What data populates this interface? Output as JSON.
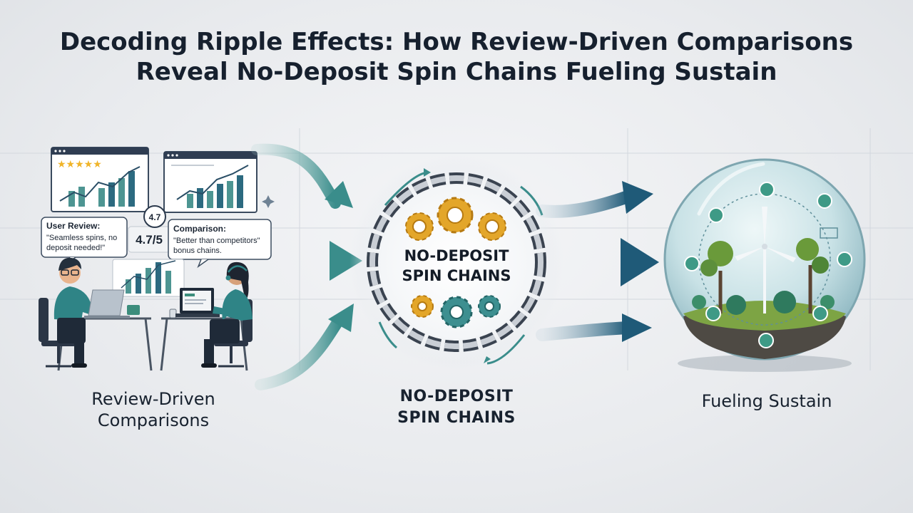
{
  "title": {
    "line1": "Decoding Ripple Effects: How Review-Driven Comparisons",
    "line2": "Reveal No-Deposit Spin Chains Fueling Sustain"
  },
  "left_panel": {
    "label_line1": "Review-Driven",
    "label_line2": "Comparisons",
    "review_bubble": {
      "heading": "User Review:",
      "text_line1": "\"Seamless spins, no",
      "text_line2": "deposit needed!\"",
      "rating": "4.7/5"
    },
    "rating_badge": "4.7",
    "comparison_bubble": {
      "heading": "Comparison:",
      "text_line1": "\"Better than competitors\"",
      "text_line2": "bonus chains."
    }
  },
  "center_panel": {
    "hub_line1": "NO-DEPOSIT",
    "hub_line2": "SPIN CHAINS",
    "label_line1": "NO-DEPOSIT",
    "label_line2": "SPIN CHAINS"
  },
  "right_panel": {
    "label": "Fueling Sustain"
  },
  "colors": {
    "teal": "#3b8f8f",
    "navy": "#1f4d6b",
    "gold": "#e3a62a",
    "green": "#5c8f3c"
  }
}
